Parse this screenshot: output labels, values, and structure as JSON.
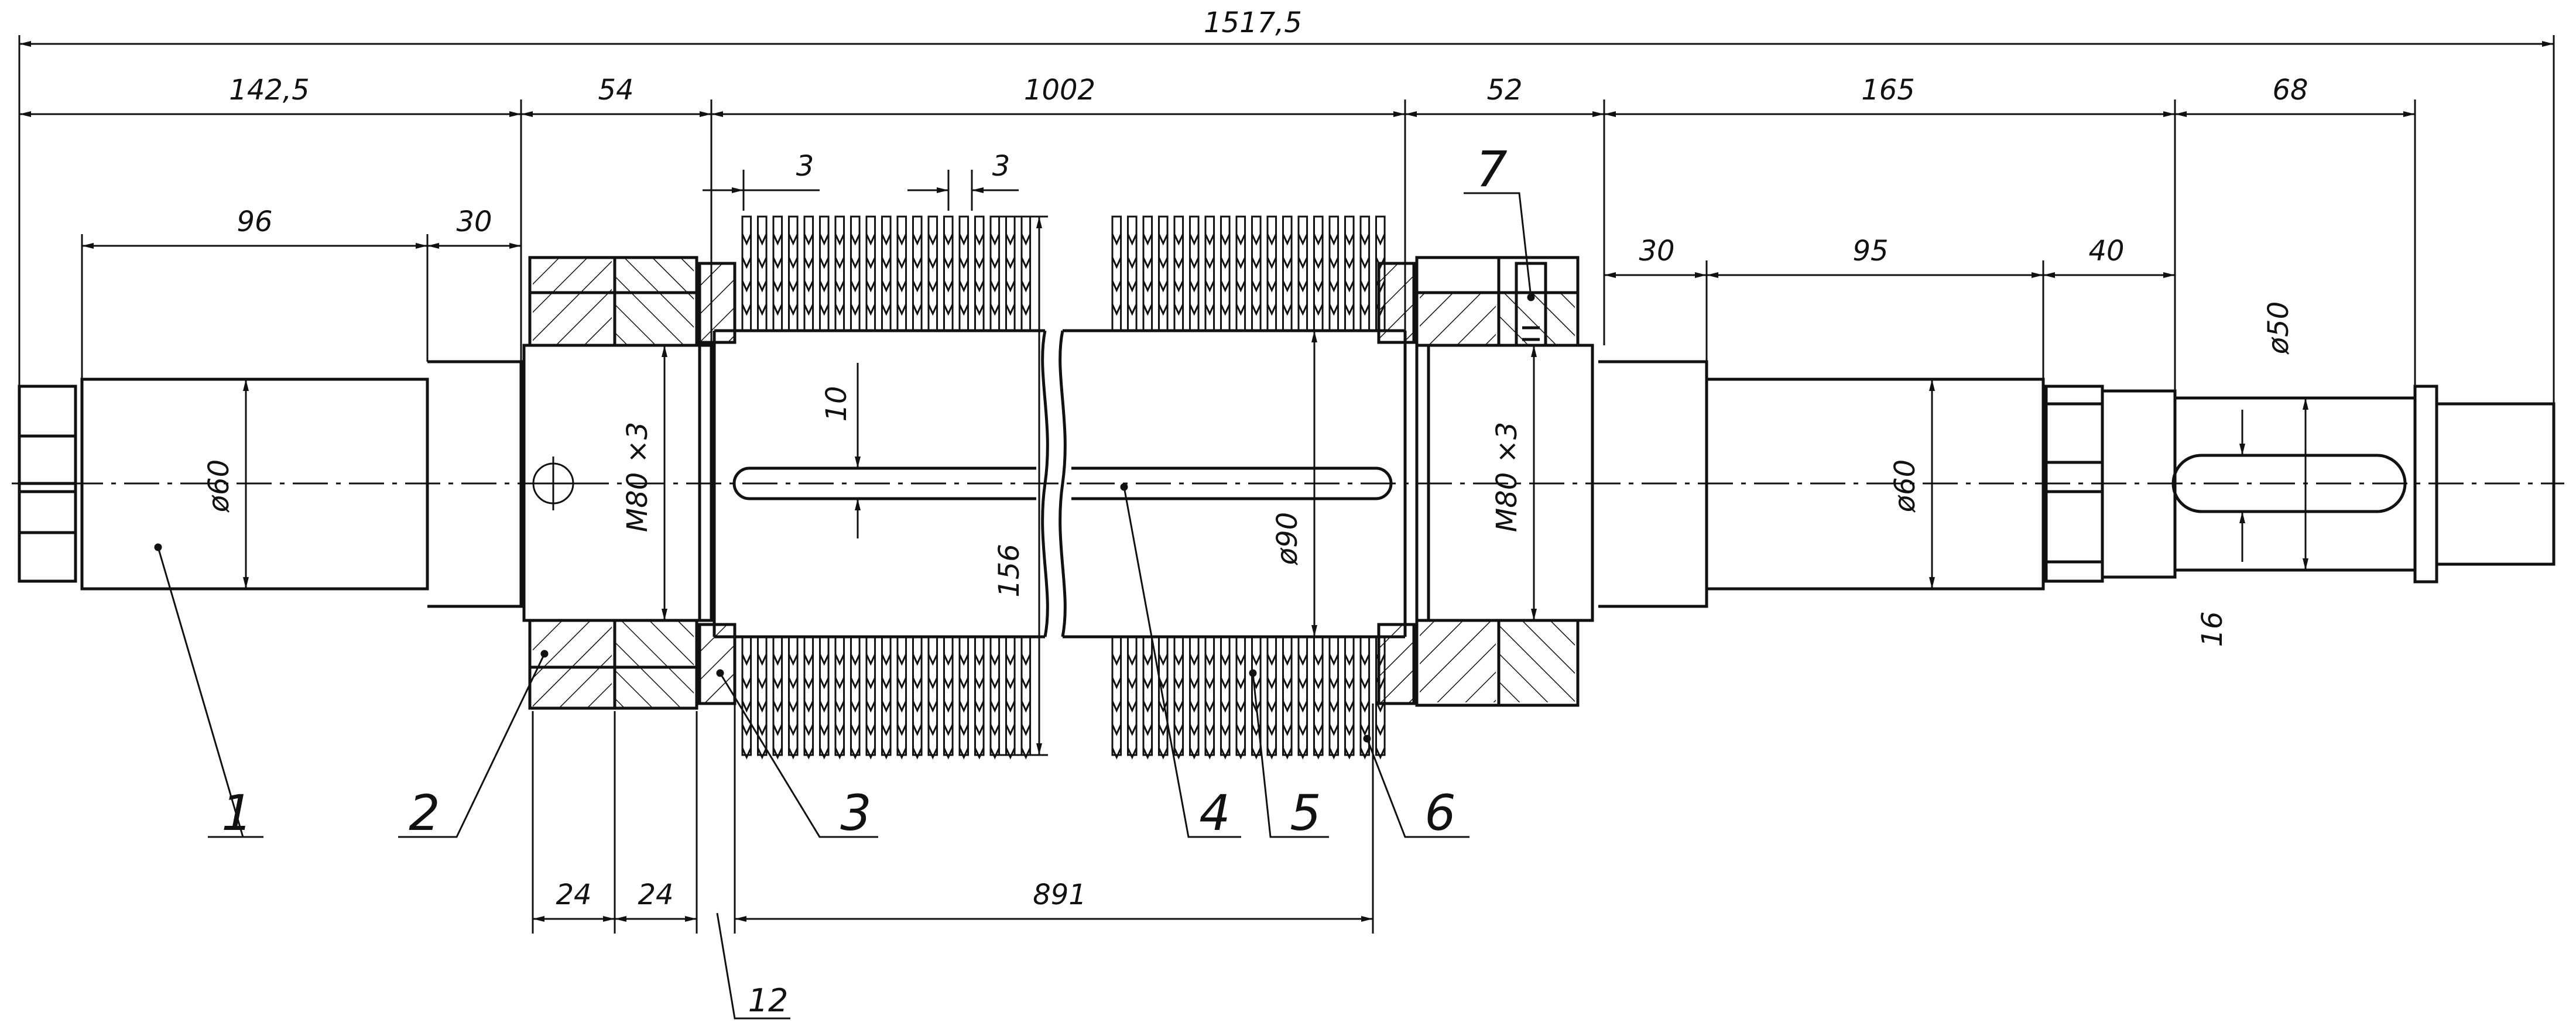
{
  "dimensions": {
    "overall": "1517,5",
    "left_end": "142,5",
    "left_nut_zone": "54",
    "roller_body": "1002",
    "right_nut_zone": "52",
    "right_journal": "165",
    "right_end": "68",
    "left_journal": "96",
    "left_step": "30",
    "disc_thickness_a": "3",
    "disc_gap_b": "3",
    "right_step_a": "30",
    "right_step_b": "95",
    "right_step_c": "40",
    "nut_a": "24",
    "nut_b": "24",
    "disc_pack": "891",
    "key_width": "10",
    "disc_diameter": "156",
    "right_key": "16"
  },
  "diameters": {
    "left_journal": "ø60",
    "left_thread": "M80 ×3",
    "roller": "ø90",
    "right_thread": "M80 ×3",
    "right_journal": "ø60",
    "right_end": "ø50"
  },
  "parts": {
    "p1": "1",
    "p2": "2",
    "p3": "3",
    "p4": "4",
    "p5": "5",
    "p6": "6",
    "p7": "7",
    "p12": "12"
  }
}
